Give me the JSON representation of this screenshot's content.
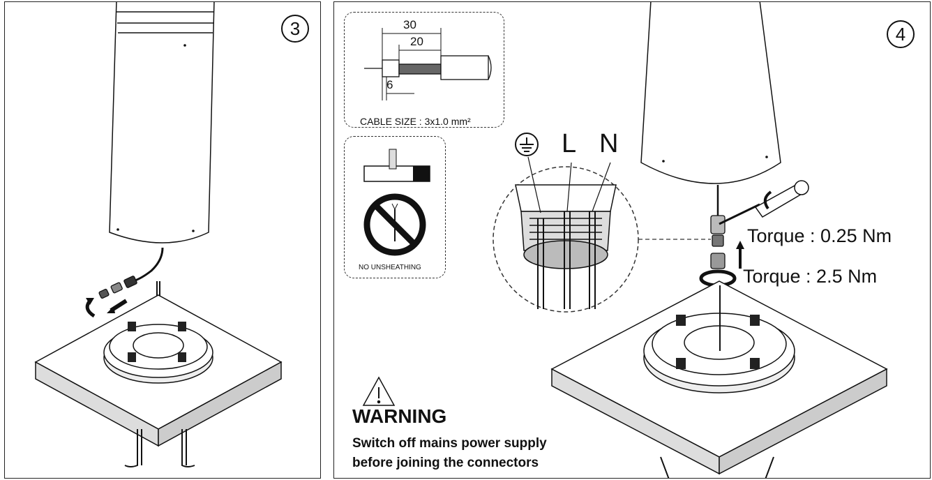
{
  "step3": {
    "number": "3"
  },
  "step4": {
    "number": "4",
    "strip_dims": {
      "d30": "30",
      "d20": "20",
      "d6": "6"
    },
    "cable_size": "CABLE SIZE : 3x1.0 mm²",
    "no_unsheathing": "NO UNSHEATHING",
    "terminal_labels": {
      "live": "L",
      "neutral": "N"
    },
    "torque_upper": "Torque : 0.25 Nm",
    "torque_lower": "Torque : 2.5 Nm",
    "warning": {
      "title": "WARNING",
      "line1": "Switch off mains power supply",
      "line2": "before joining the connectors"
    }
  },
  "icons": [
    "earth-ground-icon",
    "warning-triangle-icon",
    "prohibited-icon",
    "rotate-arrow-icon",
    "pull-arrow-icon",
    "up-arrow-icon"
  ]
}
